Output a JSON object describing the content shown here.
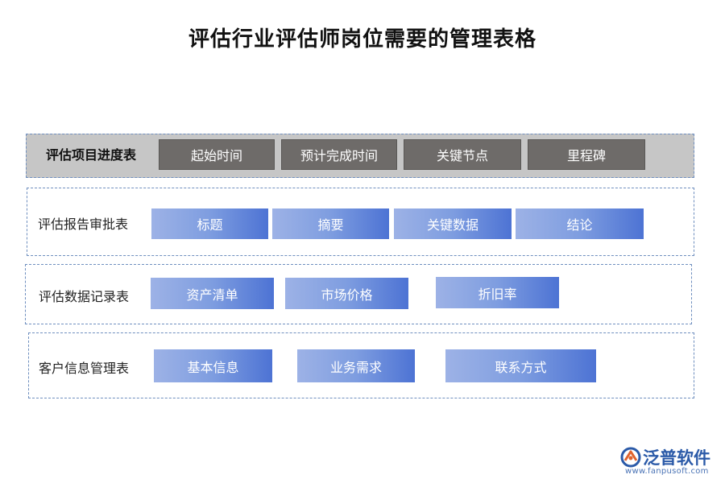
{
  "title": "评估行业评估师岗位需要的管理表格",
  "sections": [
    {
      "label": "评估项目进度表",
      "items": [
        "起始时间",
        "预计完成时间",
        "关键节点",
        "里程碑"
      ]
    },
    {
      "label": "评估报告审批表",
      "items": [
        "标题",
        "摘要",
        "关键数据",
        "结论"
      ]
    },
    {
      "label": "评估数据记录表",
      "items": [
        "资产清单",
        "市场价格",
        "折旧率"
      ]
    },
    {
      "label": "客户信息管理表",
      "items": [
        "基本信息",
        "业务需求",
        "联系方式"
      ]
    }
  ],
  "logo": {
    "name": "泛普软件",
    "url": "www.fanpusoft.com"
  },
  "colors": {
    "gray_band": "#c6c6c6",
    "dark_chip": "#6e6b69",
    "blue_chip_start": "#9db2e6",
    "blue_chip_end": "#4d73d4",
    "dashed_border": "#6f8fbf",
    "brand": "#2b5aa8"
  }
}
